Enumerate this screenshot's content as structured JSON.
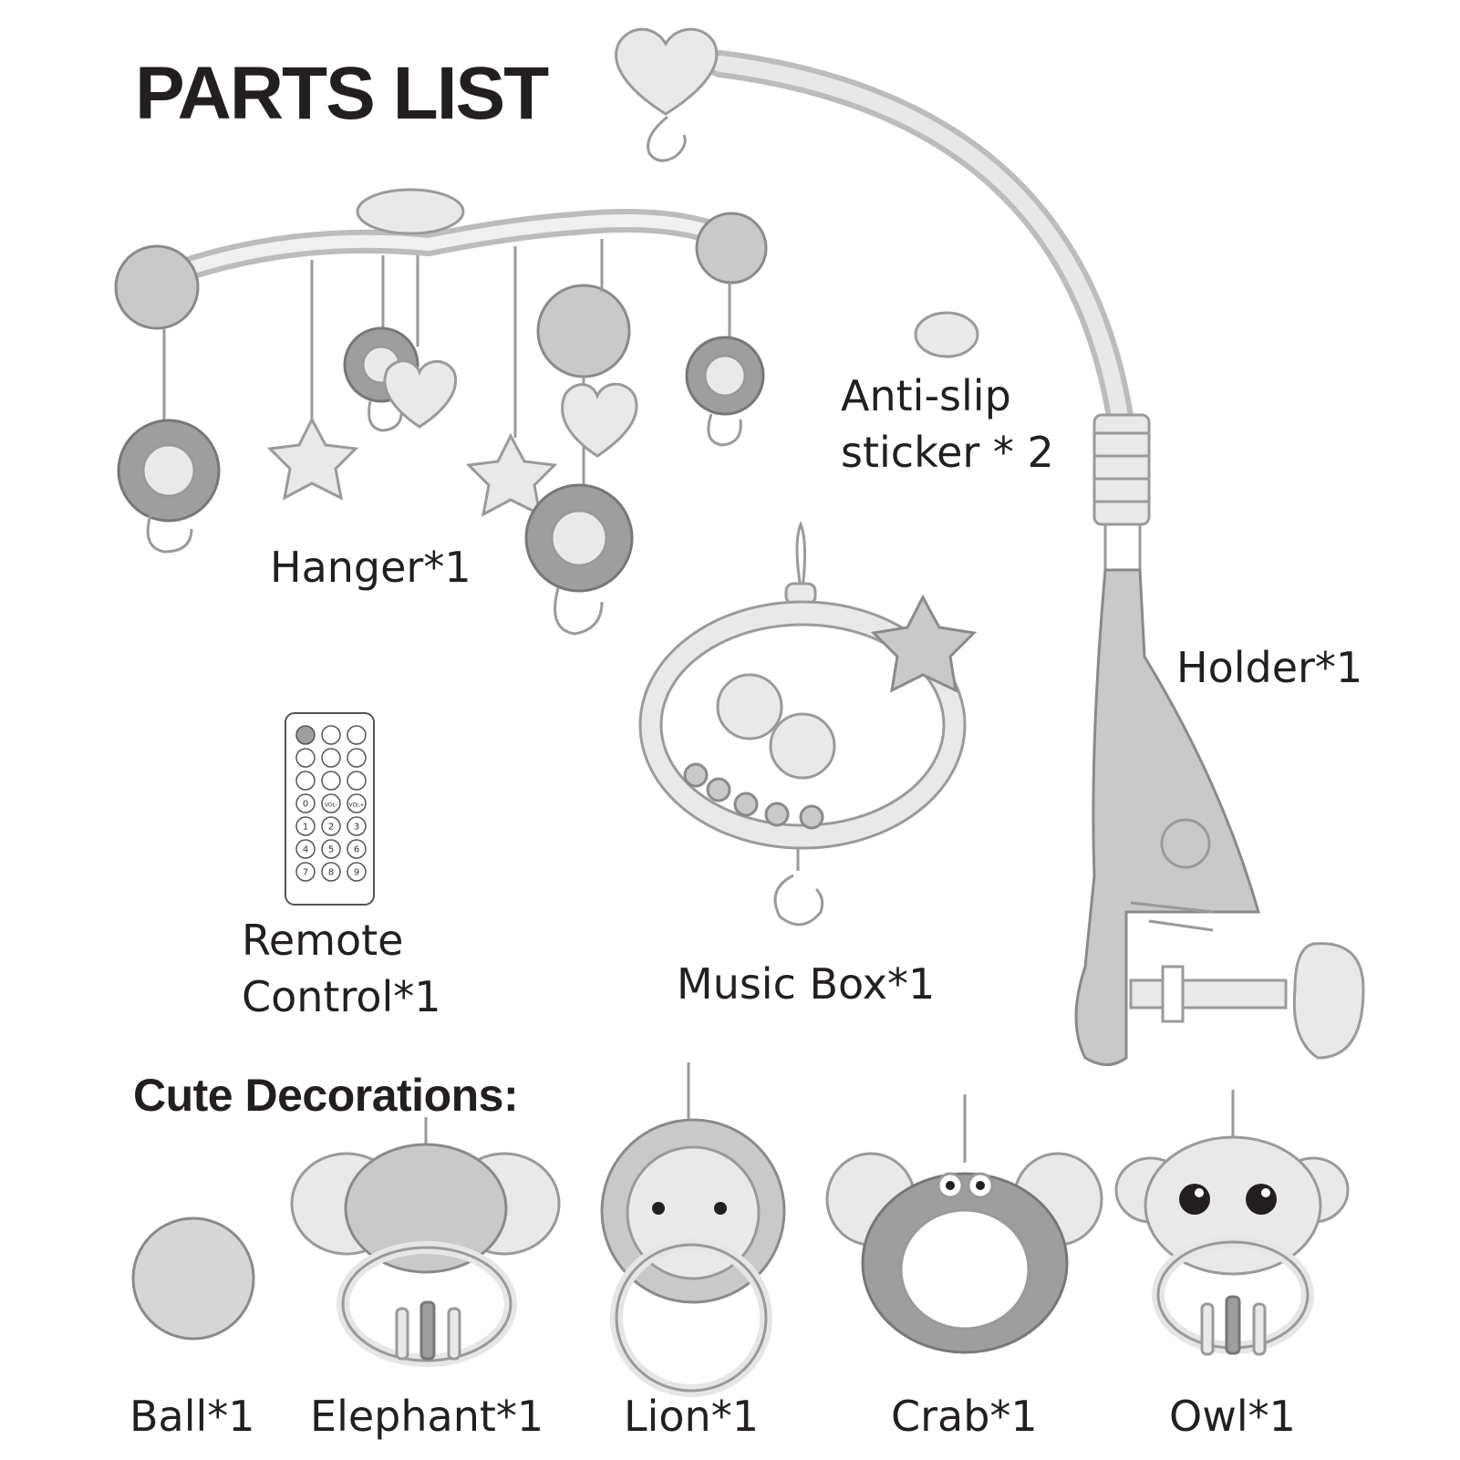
{
  "title": "PARTS LIST",
  "decorations_heading": "Cute Decorations:",
  "parts": {
    "hanger": "Hanger*1",
    "anti_slip": [
      "Anti-slip",
      "sticker * 2"
    ],
    "holder": "Holder*1",
    "remote": [
      "Remote",
      "Control*1"
    ],
    "music_box": "Music Box*1"
  },
  "decorations": {
    "ball": "Ball*1",
    "elephant": "Elephant*1",
    "lion": "Lion*1",
    "crab": "Crab*1",
    "owl": "Owl*1"
  },
  "remote_buttons": [
    "",
    "",
    "",
    "",
    "",
    "",
    "",
    "",
    "",
    "0",
    "VOL-",
    "VOL+",
    "1",
    "2",
    "3",
    "4",
    "5",
    "6",
    "7",
    "8",
    "9"
  ],
  "colors": {
    "text": "#231f20",
    "part_fill": "#c9c9c9",
    "part_stroke": "#8a8a8a"
  }
}
